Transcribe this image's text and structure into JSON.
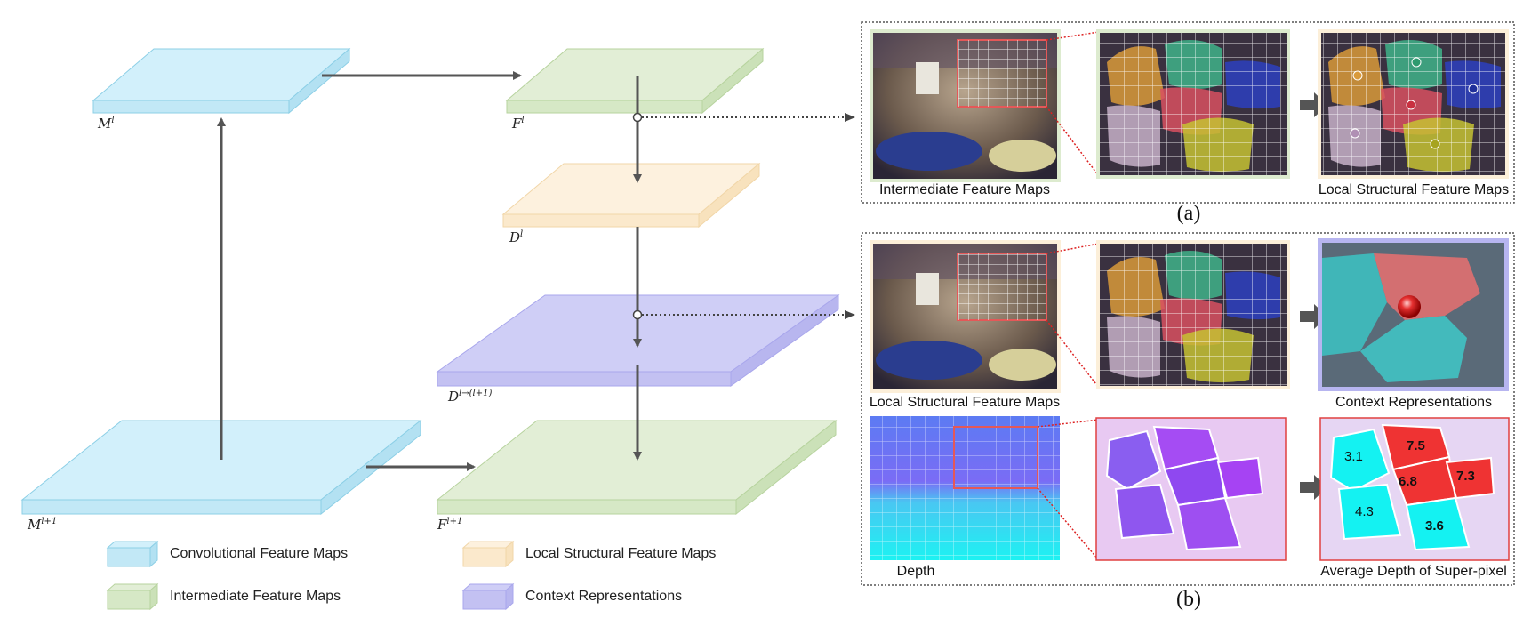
{
  "layers": {
    "m_l": {
      "base": "M",
      "sup": "l"
    },
    "f_l": {
      "base": "F",
      "sup": "l"
    },
    "d_l": {
      "base": "D",
      "sup": "l"
    },
    "d_l_next": {
      "base": "D",
      "sup": "l→(l+1)"
    },
    "m_l1": {
      "base": "M",
      "sup": "l+1"
    },
    "f_l1": {
      "base": "F",
      "sup": "l+1"
    }
  },
  "legend": [
    {
      "label": "Convolutional Feature Maps",
      "color": "#cdeffa"
    },
    {
      "label": "Intermediate Feature Maps",
      "color": "#ddebcf"
    },
    {
      "label": "Local Structural Feature Maps",
      "color": "#fcefd9"
    },
    {
      "label": "Context Representations",
      "color": "#c9c8f4"
    }
  ],
  "panel_a": {
    "caption": "(a)",
    "left_label": "Intermediate Feature Maps",
    "right_label": "Local Structural Feature Maps"
  },
  "panel_b": {
    "caption": "(b)",
    "top_left_label": "Local Structural Feature Maps",
    "top_right_label": "Context Representations",
    "bottom_left_label": "Depth",
    "bottom_right_label": "Average Depth of Super-pixel",
    "depth_values": [
      "3.1",
      "7.5",
      "6.8",
      "7.3",
      "4.3",
      "3.6"
    ]
  },
  "colors": {
    "conv": "#cdeffa",
    "intermediate": "#ddebcf",
    "local": "#fcefd9",
    "context": "#c9c8f4",
    "arrow": "#555555",
    "red_box": "#e04040"
  }
}
